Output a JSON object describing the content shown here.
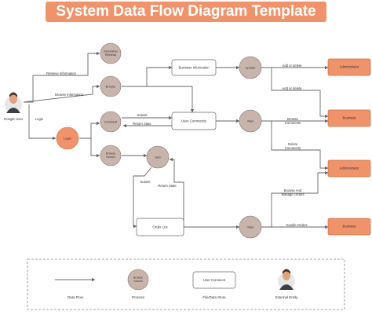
{
  "title": "System Data Flow Diagram Template",
  "nodes": {
    "google_user": "Google User",
    "login": "Login",
    "information_retrieval": "Information Retrieval",
    "browse": "Browse",
    "comment": "Comment",
    "browse_search": "Browse Search",
    "sort": "Sort",
    "update": "Update",
    "mail_1": "Mail",
    "mail_2": "Mail",
    "business_information": "Business Information",
    "user_comments": "User Comments",
    "order_list": "Order List",
    "administrator_1": "Administrator",
    "business_1": "Business",
    "administrator_2": "Administrator",
    "business_2": "Business"
  },
  "flows": {
    "retrieve_information": "Retrieve Information",
    "browse_information": "Browse Information",
    "login": "Login",
    "submit_1": "Submit",
    "return_state_1": "Return State",
    "submit_2": "Submit",
    "return_state_2": "Return State",
    "add_or_delete_1": "Add or delete",
    "add_or_delete_2": "Add or delete",
    "browse_comments": "Browse Comments",
    "delete_comments": "Delete Comments",
    "browse_and_manage_orders": "Browse And Manage Orders",
    "handle_orders": "Handle Orders"
  },
  "legend": {
    "data_flow": "Data Flow",
    "process": "Process",
    "process_sample": "Browse Search",
    "file_data_store": "File/Data Store",
    "store_sample": "User Comment",
    "external_entity": "External Entity"
  },
  "colors": {
    "title_bg": "#f0936a",
    "process_fill": "#c9b4ab",
    "login_fill": "#f0936a",
    "entity_fill": "#f0936a",
    "line": "#666666"
  }
}
